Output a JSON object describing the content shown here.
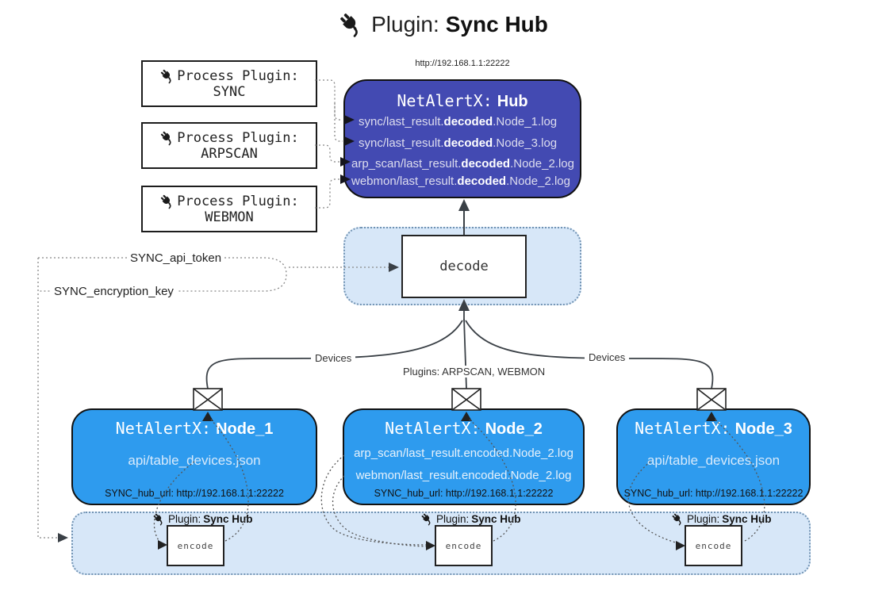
{
  "title": {
    "prefix": "Plugin:",
    "bold": "Sync Hub"
  },
  "process_plugins": [
    {
      "label": "Process Plugin:",
      "name": "SYNC"
    },
    {
      "label": "Process Plugin:",
      "name": "ARPSCAN"
    },
    {
      "label": "Process Plugin:",
      "name": "WEBMON"
    }
  ],
  "hub": {
    "url": "http://192.168.1.1:22222",
    "title": {
      "mono": "NetAlertX:",
      "bold": "Hub"
    },
    "logs": [
      {
        "prefix": "sync/last_result.",
        "bold": "decoded",
        "suffix": ".Node_1.log"
      },
      {
        "prefix": "sync/last_result.",
        "bold": "decoded",
        "suffix": ".Node_3.log"
      },
      {
        "prefix": "arp_scan/last_result.",
        "bold": "decoded",
        "suffix": ".Node_2.log"
      },
      {
        "prefix": "webmon/last_result.",
        "bold": "decoded",
        "suffix": ".Node_2.log"
      }
    ]
  },
  "decode": {
    "label": "decode"
  },
  "secrets": {
    "api_token": "SYNC_api_token",
    "encryption_key": "SYNC_encryption_key"
  },
  "edges": {
    "devices_left": "Devices",
    "devices_right": "Devices",
    "plugins_mid": "Plugins: ARPSCAN, WEBMON"
  },
  "nodes": [
    {
      "title": {
        "mono": "NetAlertX:",
        "bold": "Node_1"
      },
      "files": [
        "api/table_devices.json"
      ],
      "hub_url": "SYNC_hub_url: http://192.168.1.1:22222"
    },
    {
      "title": {
        "mono": "NetAlertX:",
        "bold": "Node_2"
      },
      "files": [
        "arp_scan/last_result.encoded.Node_2.log",
        "webmon/last_result.encoded.Node_2.log"
      ],
      "hub_url": "SYNC_hub_url: http://192.168.1.1:22222"
    },
    {
      "title": {
        "mono": "NetAlertX:",
        "bold": "Node_3"
      },
      "files": [
        "api/table_devices.json"
      ],
      "hub_url": "SYNC_hub_url: http://192.168.1.1:22222"
    }
  ],
  "encoders": [
    {
      "label_prefix": "Plugin:",
      "label_bold": "Sync Hub",
      "box": "encode"
    },
    {
      "label_prefix": "Plugin:",
      "label_bold": "Sync Hub",
      "box": "encode"
    },
    {
      "label_prefix": "Plugin:",
      "label_bold": "Sync Hub",
      "box": "encode"
    }
  ],
  "colors": {
    "hub_fill": "#434AB2",
    "node_fill": "#2E9BEE",
    "band_fill": "#D7E7F8",
    "dotted_border": "#7193B3",
    "flow_line": "#3A4046"
  }
}
